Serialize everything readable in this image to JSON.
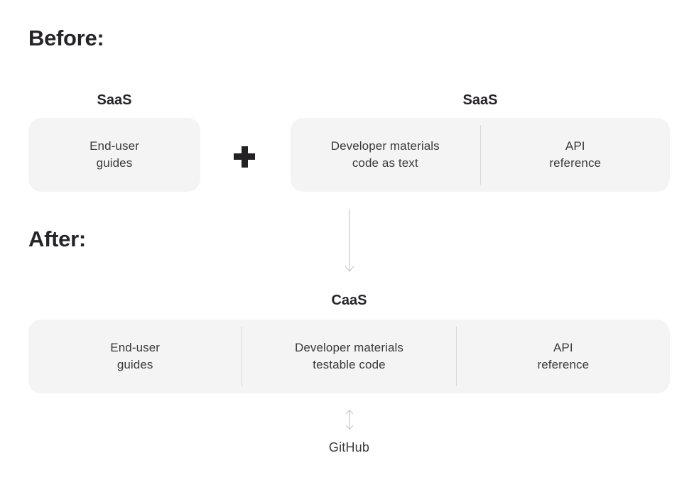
{
  "palette": {
    "background": "#ffffff",
    "box_fill": "#f4f4f4",
    "heading_text": "#262428",
    "body_text": "#3a3a3a",
    "divider": "#d8d8d8",
    "arrow": "#c8c8c8",
    "plus": "#242126"
  },
  "before": {
    "heading": "Before:",
    "left": {
      "label": "SaaS",
      "cells": [
        {
          "lines": [
            "End-user",
            "guides"
          ]
        }
      ]
    },
    "right": {
      "label": "SaaS",
      "cells": [
        {
          "lines": [
            "Developer materials",
            "code as text"
          ]
        },
        {
          "lines": [
            "API",
            "reference"
          ]
        }
      ]
    }
  },
  "after": {
    "heading": "After:",
    "label": "CaaS",
    "cells": [
      {
        "lines": [
          "End-user",
          "guides"
        ]
      },
      {
        "lines": [
          "Developer materials",
          "testable code"
        ]
      },
      {
        "lines": [
          "API",
          "reference"
        ]
      }
    ],
    "footer": "GitHub"
  },
  "icons": {
    "plus": "plus-icon",
    "arrow_down": "arrow-down-icon",
    "double_arrow": "arrow-up-down-icon"
  }
}
